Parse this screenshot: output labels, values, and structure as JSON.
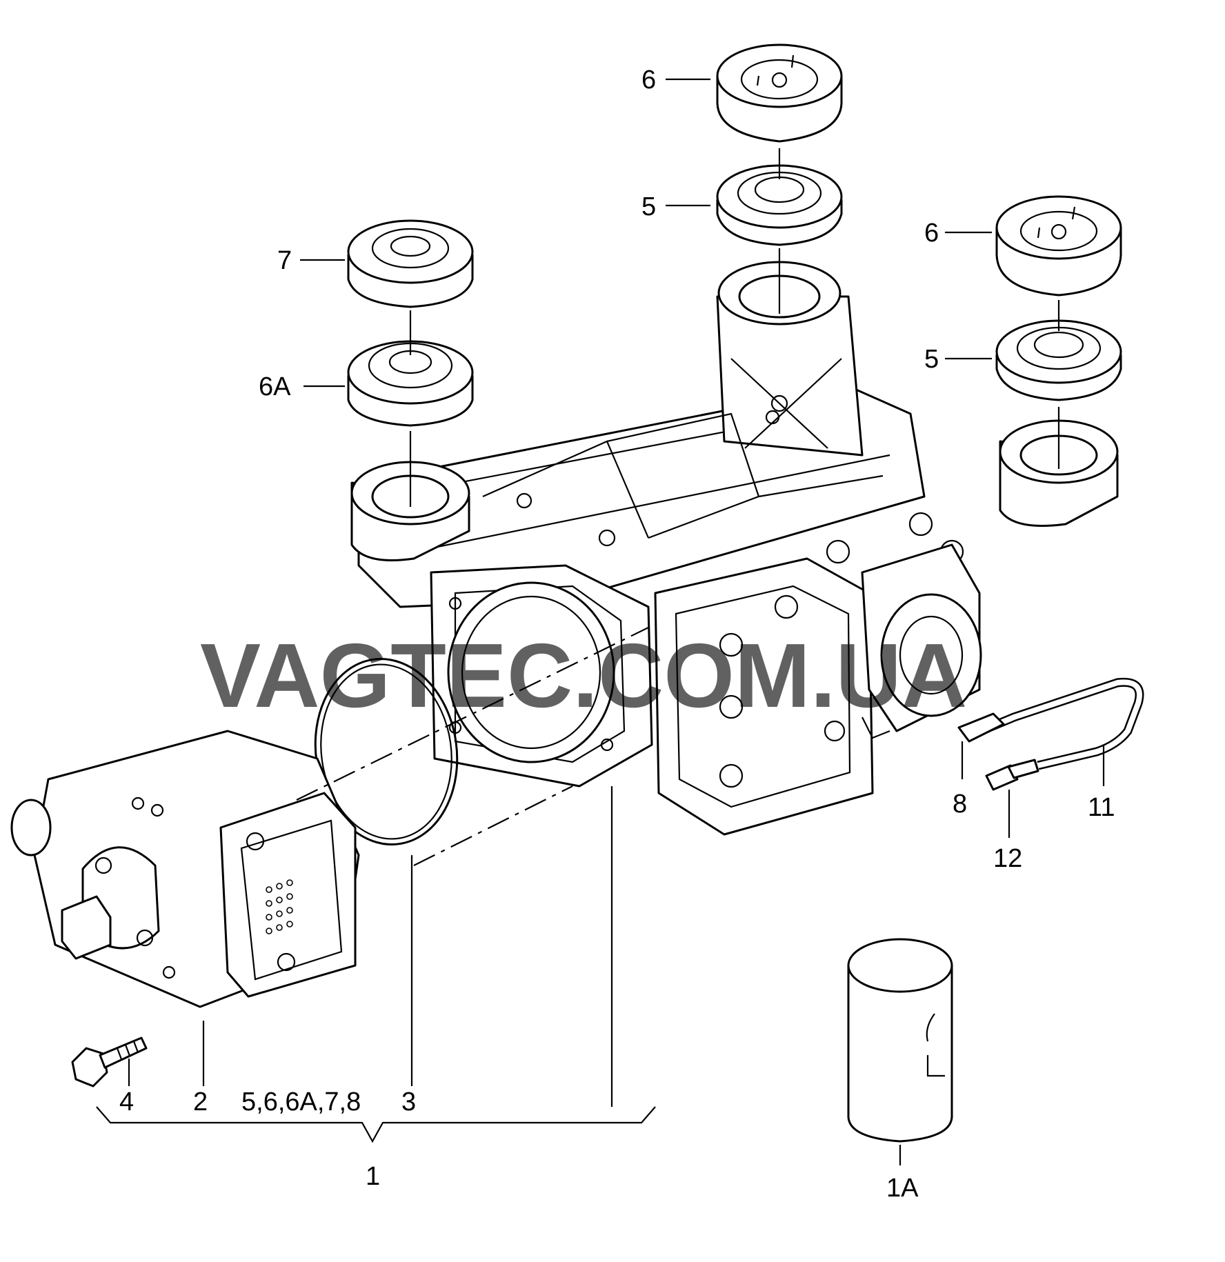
{
  "callouts": {
    "c1": "1",
    "c1a": "1A",
    "c2": "2",
    "c3": "3",
    "c4": "4",
    "c5_top": "5",
    "c5_right": "5",
    "c6_top": "6",
    "c6_right": "6",
    "c6a": "6A",
    "c7": "7",
    "c8": "8",
    "c11": "11",
    "c12": "12",
    "group_list": "5,6,6A,7,8"
  },
  "watermark": "VAGTEC.COM.UA",
  "colors": {
    "line": "#000000",
    "watermark": "#ff6b7a",
    "background": "#ffffff"
  }
}
